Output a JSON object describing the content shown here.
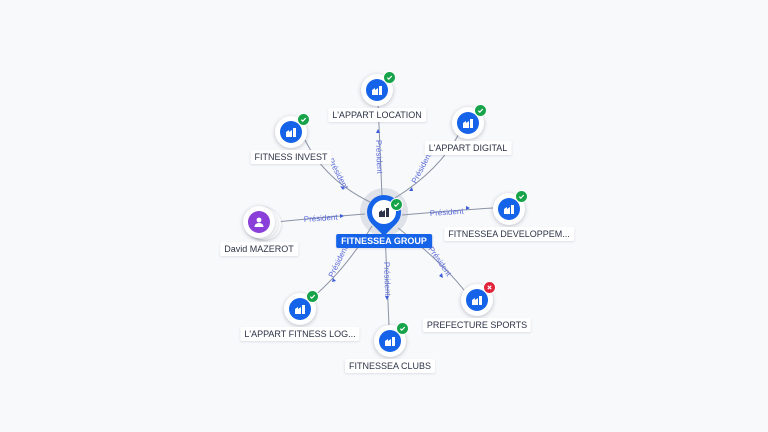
{
  "colors": {
    "company": "#1563e8",
    "person": "#8b3fd9",
    "status_ok": "#17a34a",
    "status_closed": "#e0243b",
    "edge_label": "#5a6ad8"
  },
  "center": {
    "name": "FITNESSEA GROUP",
    "icon": "building-icon",
    "status": "active"
  },
  "person": {
    "name": "David MAZEROT",
    "icon": "person-icon",
    "relation": "Président"
  },
  "companies": [
    {
      "id": "lappart-location",
      "name": "L'APPART LOCATION",
      "status": "active",
      "relation": "Président"
    },
    {
      "id": "fitness-invest",
      "name": "FITNESS INVEST",
      "status": "active",
      "relation": "Président"
    },
    {
      "id": "lappart-digital",
      "name": "L'APPART DIGITAL",
      "status": "active",
      "relation": "Président"
    },
    {
      "id": "fitnessea-developpement",
      "name": "FITNESSEA DEVELOPPEM...",
      "status": "active",
      "relation": "Président"
    },
    {
      "id": "lappart-fitness-log",
      "name": "L'APPART FITNESS LOG...",
      "status": "active",
      "relation": "Président"
    },
    {
      "id": "fitnessea-clubs",
      "name": "FITNESSEA CLUBS",
      "status": "active",
      "relation": "Président"
    },
    {
      "id": "prefecture-sports",
      "name": "PREFECTURE SPORTS",
      "status": "closed",
      "relation": "Président"
    }
  ]
}
